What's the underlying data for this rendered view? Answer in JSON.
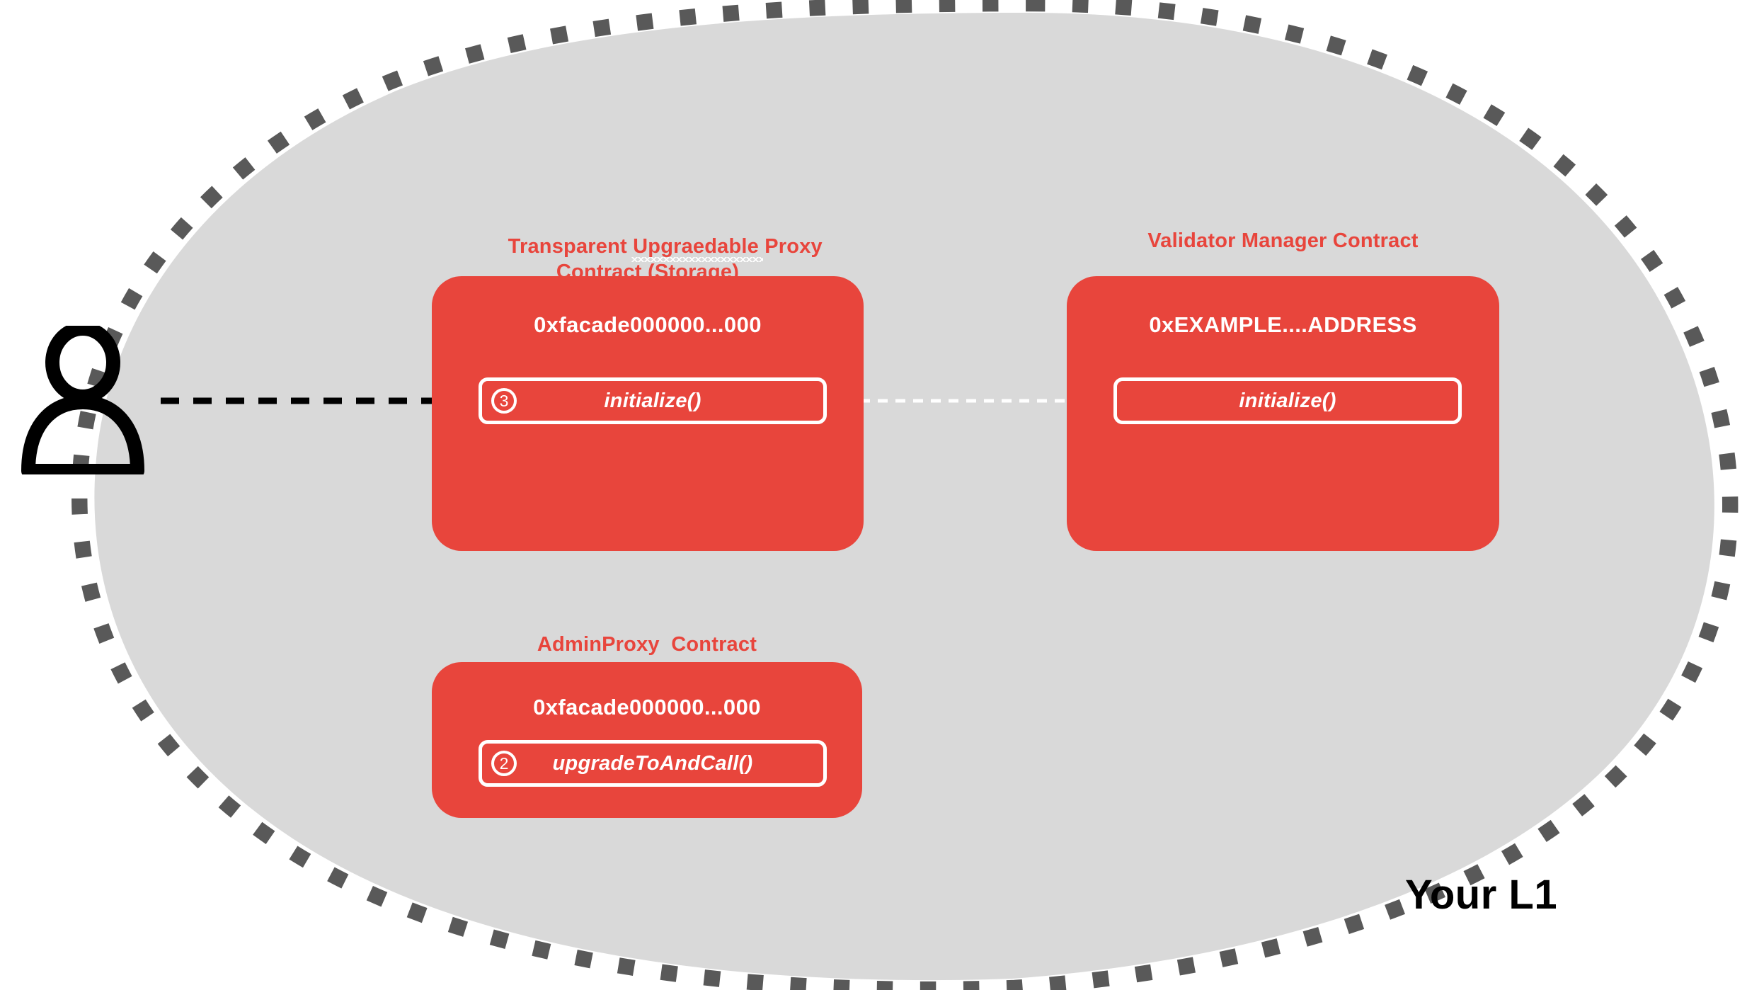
{
  "diagram": {
    "network_label": "Your L1",
    "actor": {
      "icon": "person-icon"
    },
    "colors": {
      "contract_red": "#e8453c",
      "blob_fill": "#d9d9d9",
      "blob_border": "#595959",
      "text_white": "#ffffff",
      "text_black": "#000000"
    },
    "contracts": [
      {
        "id": "transparent-upgradeable-proxy",
        "title_line_1_prefix": "Transparent ",
        "title_misspelled_word": "Upgraedable",
        "title_line_1_suffix": " Proxy",
        "title_line_2": "Contract (Storage)",
        "title_full": "Transparent Upgraedable Proxy Contract (Storage)",
        "address": "0xfacade000000...000",
        "method": {
          "label": "initialize()",
          "step": "3",
          "has_step": true
        }
      },
      {
        "id": "validator-manager",
        "title_full": "Validator Manager Contract",
        "address": "0xEXAMPLE....ADDRESS",
        "method": {
          "label": "initialize()",
          "step": "",
          "has_step": false
        }
      },
      {
        "id": "admin-proxy",
        "title_full": "AdminProxy  Contract",
        "address": "0xfacade000000...000",
        "method": {
          "label": "upgradeToAndCall()",
          "step": "2",
          "has_step": true
        }
      }
    ],
    "arrows": [
      {
        "id": "user-to-proxy",
        "style": "dashed",
        "color": "#000000",
        "from": "actor",
        "to": "transparent-upgradeable-proxy-initialize"
      },
      {
        "id": "proxy-to-validator-manager",
        "style": "dashed",
        "color": "#ffffff",
        "from": "transparent-upgradeable-proxy-initialize",
        "to": "validator-manager-initialize"
      }
    ]
  }
}
